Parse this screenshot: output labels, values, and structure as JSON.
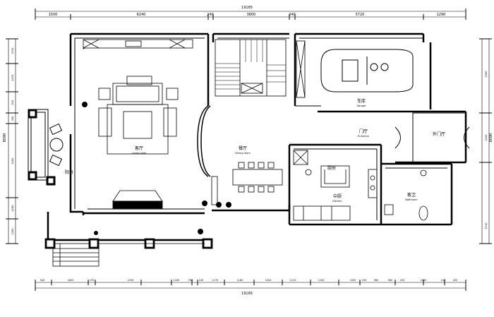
{
  "dimensions": {
    "top_total": "19165",
    "top_segments": [
      "1500",
      "6240",
      "240",
      "3800",
      "240",
      "5720",
      "1290"
    ],
    "bottom_total": "19165",
    "bottom_segments": [
      "540",
      "1620",
      "270",
      "2250",
      "1180",
      "780",
      "240",
      "1175",
      "1180",
      "1200",
      "1210",
      "1240",
      "1000",
      "250",
      "580",
      "580",
      "250",
      "1230",
      "240",
      "420"
    ],
    "left_total": "8090",
    "left_segments": [
      "3720",
      "1470",
      "520",
      "300",
      "4160",
      "1290",
      "1300"
    ],
    "right_total": "8090",
    "right_segments": [
      "2560",
      "2100",
      "1110"
    ]
  },
  "rooms": {
    "garage": "车库",
    "foyer": "门厅",
    "outer_foyer": "外门厅",
    "living": "客厅",
    "dining": "餐厅",
    "kitchen": "厨房",
    "chinese_kitchen": "中厨",
    "guest_bath": "客卫",
    "terrace": "阳台"
  },
  "sublabels": {
    "living": "Living room",
    "dining": "Dining room",
    "kitchen": "Kitchen",
    "garage": "Garage",
    "foyer": "Entrance",
    "bath": "Bathroom"
  }
}
